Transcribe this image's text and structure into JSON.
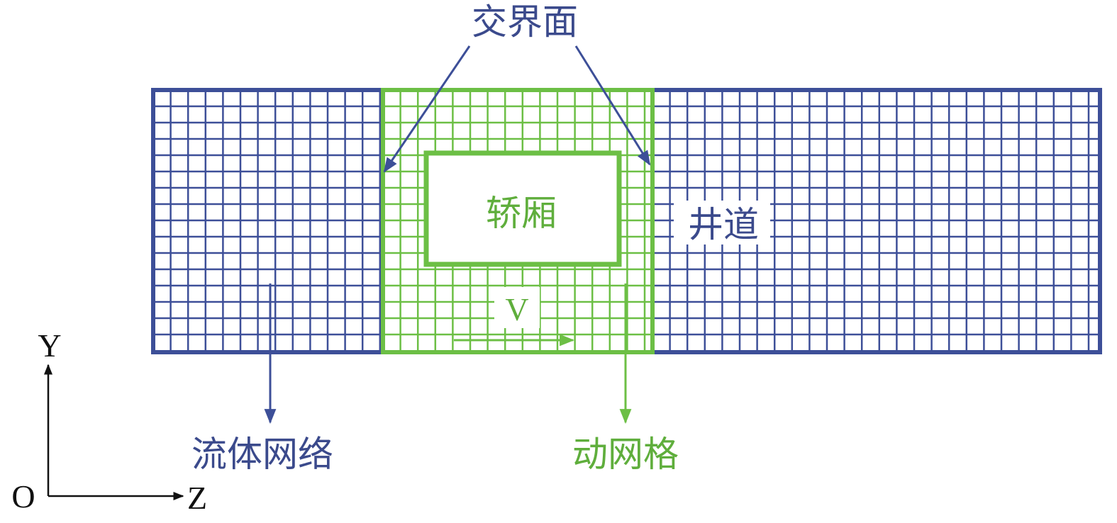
{
  "labels": {
    "interface": "交界面",
    "car": "轿厢",
    "shaft": "井道",
    "velocity": "V",
    "fluid_mesh": "流体网络",
    "dynamic_mesh": "动网格"
  },
  "axes": {
    "y_label": "Y",
    "z_label": "Z",
    "origin_label": "O"
  },
  "colors": {
    "fluid_blue": "#3d4f98",
    "mesh_green": "#6cbf45",
    "label_blue": "#3b4a8c",
    "label_green": "#5fae3c",
    "axis_black": "#111111"
  }
}
